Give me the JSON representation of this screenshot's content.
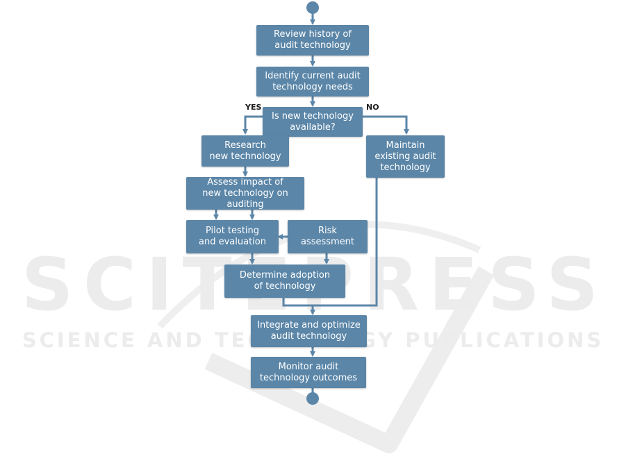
{
  "watermark": {
    "main": "SCITEPRESS",
    "sub": "SCIENCE AND TECHNOLOGY PUBLICATIONS"
  },
  "colors": {
    "node_fill": "#5b86a8",
    "line": "#5b86a8",
    "node_text": "#ffffff",
    "label_text": "#1c1c1c",
    "watermark": "#ececec"
  },
  "nodes": {
    "review": "Review history of\naudit technology",
    "identify": "Identify current audit\ntechnology needs",
    "decision": "Is new technology\navailable?",
    "research": "Research\nnew technology",
    "maintain": "Maintain\nexisting audit\ntechnology",
    "assess": "Assess impact of\nnew technology on auditing",
    "pilot": "Pilot testing\nand evaluation",
    "risk": "Risk assessment",
    "determine": "Determine adoption\nof technology",
    "integrate": "Integrate and optimize\naudit technology",
    "monitor": "Monitor audit\ntechnology outcomes"
  },
  "branch_labels": {
    "yes": "YES",
    "no": "NO"
  }
}
